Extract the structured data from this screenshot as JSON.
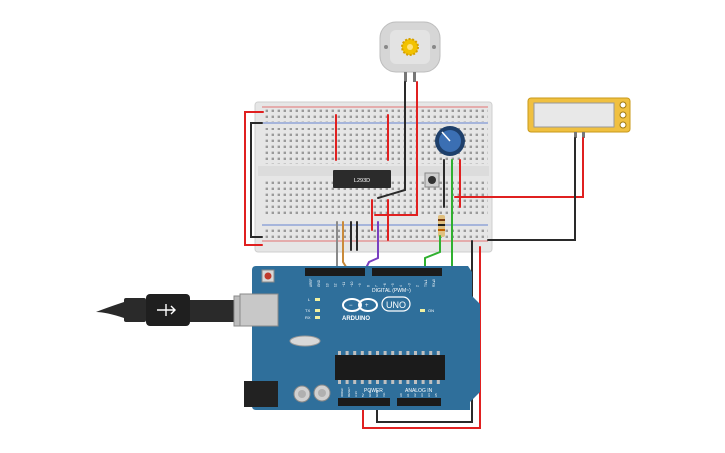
{
  "colors": {
    "board": "#2f6f9b",
    "board_dark": "#1f5276",
    "wire_red": "#e02020",
    "wire_black": "#2a2a2a",
    "wire_green": "#30b030",
    "wire_orange": "#c98a3a",
    "wire_purple": "#7a3fc0",
    "wire_gray": "#8a8a8a",
    "ic_body": "#2b2b2b",
    "breadboard": "#e9e9e9",
    "multimeter": "#f0c040",
    "motor": "#d8d8d8",
    "pot_knob": "#2a5c9a"
  },
  "arduino": {
    "header_digital": "DIGITAL (PWM~)",
    "logo_text": "ARDUINO",
    "model": "UNO",
    "power_label": "POWER",
    "analog_label": "ANALOG IN",
    "pin_labels_digital": [
      "AREF",
      "GND",
      "13",
      "12",
      "~11",
      "~10",
      "~9",
      "8",
      "7",
      "~6",
      "~5",
      "4",
      "~3",
      "2",
      "TX▸1",
      "RX◂0"
    ],
    "pin_labels_power": [
      "IOREF",
      "RESET",
      "3.3V",
      "5V",
      "GND",
      "GND",
      "Vin"
    ],
    "pin_labels_analog": [
      "A0",
      "A1",
      "A2",
      "A3",
      "A4",
      "A5"
    ],
    "led_labels": [
      "L",
      "TX",
      "RX",
      "ON"
    ]
  },
  "ic": {
    "label": "L293D"
  },
  "components": [
    "dc-motor",
    "potentiometer",
    "pushbutton",
    "resistor",
    "multimeter",
    "usb-cable",
    "breadboard",
    "arduino-uno",
    "motor-driver-ic"
  ]
}
